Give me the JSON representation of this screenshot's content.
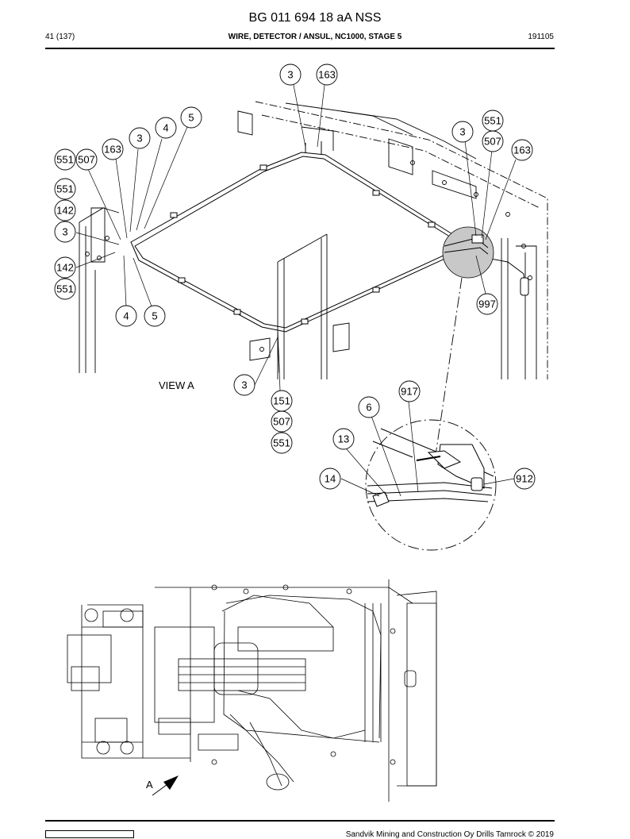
{
  "header": {
    "title": "BG 011 694 18 aA NSS",
    "page": "41 (137)",
    "subtitle": "WIRE, DETECTOR / ANSUL, NC1000, STAGE 5",
    "date": "191105"
  },
  "view_label": "VIEW A",
  "arrow_label": "A",
  "callouts": [
    "3",
    "163",
    "5",
    "4",
    "3",
    "163",
    "551",
    "507",
    "551",
    "142",
    "3",
    "142",
    "551",
    "4",
    "5",
    "3",
    "551",
    "507",
    "163",
    "997",
    "3",
    "151",
    "507",
    "551",
    "917",
    "6",
    "13",
    "14",
    "912"
  ],
  "footer": {
    "text": "Sandvik Mining and Construction Oy Drills Tamrock © 2019"
  }
}
